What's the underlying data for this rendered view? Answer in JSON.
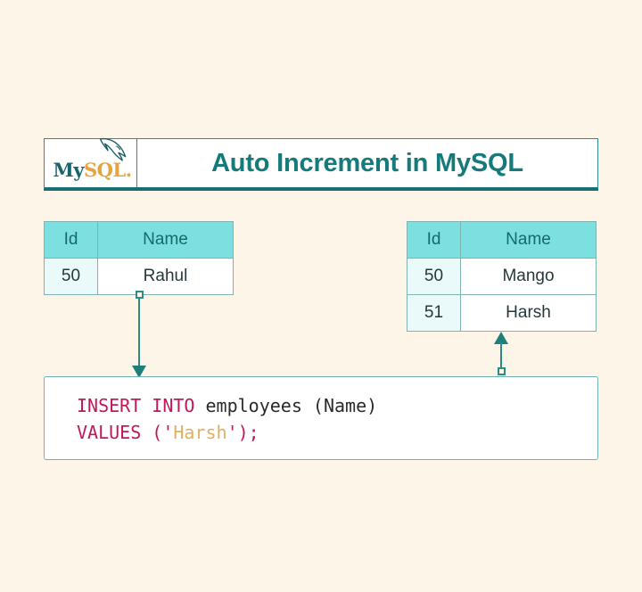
{
  "background_color": "#fdf5e8",
  "accent_color": "#167a7a",
  "header": {
    "logo": {
      "name": "mysql-logo",
      "word_my": "My",
      "word_sql": "SQL",
      "word_dot": ".",
      "dolphin_icon": "dolphin-icon"
    },
    "title": "Auto Increment in MySQL"
  },
  "tables": {
    "left": {
      "name": "employees-before",
      "columns": [
        "Id",
        "Name"
      ],
      "rows": [
        {
          "id": "50",
          "name": "Rahul"
        }
      ]
    },
    "right": {
      "name": "employees-after",
      "columns": [
        "Id",
        "Name"
      ],
      "rows": [
        {
          "id": "50",
          "name": "Mango"
        },
        {
          "id": "51",
          "name": "Harsh"
        }
      ]
    }
  },
  "code": {
    "line1": {
      "keyword": "INSERT INTO",
      "rest": " employees (Name)"
    },
    "line2": {
      "keyword": "VALUES",
      "open": " ('",
      "string": "Harsh",
      "close": "');"
    }
  },
  "connectors": {
    "left": {
      "name": "left-table-to-code",
      "direction": "down"
    },
    "right": {
      "name": "code-to-right-table",
      "direction": "up"
    }
  }
}
